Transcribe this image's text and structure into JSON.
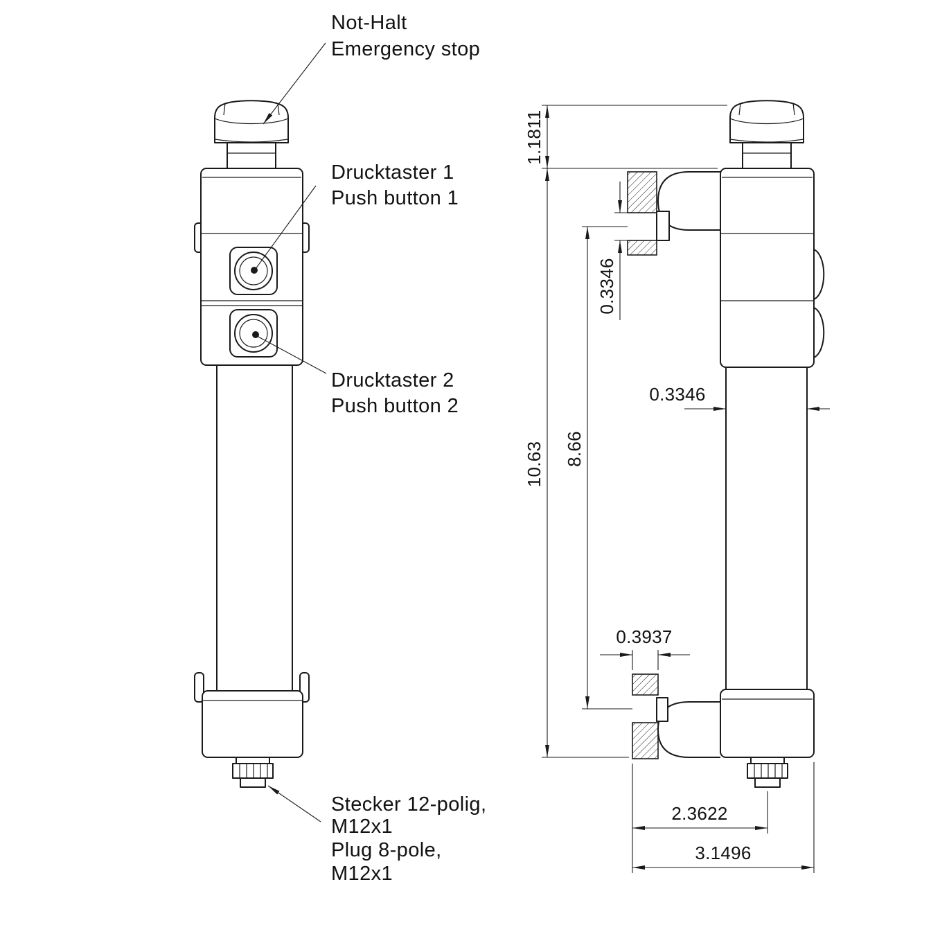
{
  "drawing": {
    "labels": {
      "estop": {
        "de": "Not-Halt",
        "en": "Emergency stop"
      },
      "button1": {
        "de": "Drucktaster 1",
        "en": "Push button 1"
      },
      "button2": {
        "de": "Drucktaster 2",
        "en": "Push button 2"
      },
      "plug": {
        "de_line1": "Stecker 12-polig,",
        "de_line2": "M12x1",
        "en_line1": "Plug 8-pole,",
        "en_line2": "M12x1"
      }
    },
    "dimensions": {
      "estop_height": "1.1811",
      "bracket_hole_height": "0.3346",
      "overall_height": "10.63",
      "mounting_distance": "8.66",
      "shaft_width": "0.3346",
      "bracket_thickness": "0.3937",
      "mount_to_plug_width": "2.3622",
      "overall_depth": "3.1496"
    },
    "colors": {
      "line": "#1a1a1a",
      "background": "#ffffff"
    }
  }
}
